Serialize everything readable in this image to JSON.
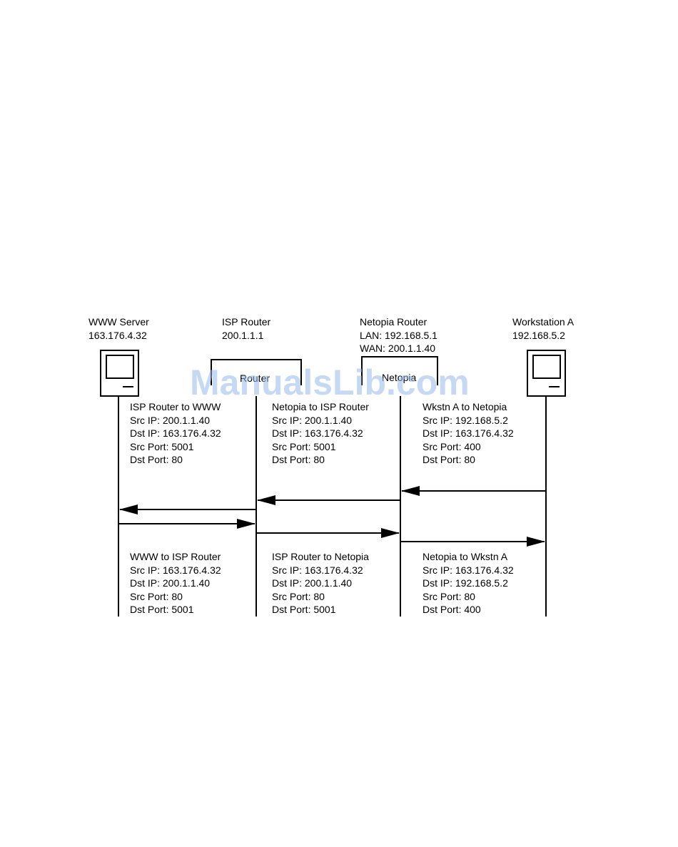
{
  "nodes": {
    "www_server": {
      "name": "WWW Server",
      "ip": "163.176.4.32",
      "icon": "computer-icon"
    },
    "isp_router": {
      "name": "ISP Router",
      "ip": "200.1.1.1",
      "box_label": "Router"
    },
    "netopia_router": {
      "name": "Netopia Router",
      "lan": "LAN: 192.168.5.1",
      "wan": "WAN: 200.1.1.40",
      "box_label": "Netopia"
    },
    "workstation_a": {
      "name": "Workstation A",
      "ip": "192.168.5.2",
      "icon": "computer-icon"
    }
  },
  "outbound": [
    {
      "title": "ISP Router to WWW",
      "src_ip": "Src IP: 200.1.1.40",
      "dst_ip": "Dst IP: 163.176.4.32",
      "src_port": "Src Port: 5001",
      "dst_port": "Dst Port: 80"
    },
    {
      "title": "Netopia to ISP Router",
      "src_ip": "Src IP: 200.1.1.40",
      "dst_ip": "Dst IP: 163.176.4.32",
      "src_port": "Src Port: 5001",
      "dst_port": "Dst Port: 80"
    },
    {
      "title": "Wkstn A to Netopia",
      "src_ip": "Src IP: 192.168.5.2",
      "dst_ip": "Dst IP: 163.176.4.32",
      "src_port": "Src Port: 400",
      "dst_port": "Dst Port: 80"
    }
  ],
  "inbound": [
    {
      "title": "WWW to ISP Router",
      "src_ip": "Src IP: 163.176.4.32",
      "dst_ip": "Dst IP: 200.1.1.40",
      "src_port": "Src Port: 80",
      "dst_port": "Dst Port: 5001"
    },
    {
      "title": "ISP Router to Netopia",
      "src_ip": "Src IP: 163.176.4.32",
      "dst_ip": "Dst IP: 200.1.1.40",
      "src_port": "Src Port: 80",
      "dst_port": "Dst Port: 5001"
    },
    {
      "title": "Netopia to Wkstn A",
      "src_ip": "Src IP: 163.176.4.32",
      "dst_ip": "Dst IP: 192.168.5.2",
      "src_port": "Src Port: 80",
      "dst_port": "Dst Port: 400"
    }
  ],
  "watermark": "ManualsLib.com"
}
